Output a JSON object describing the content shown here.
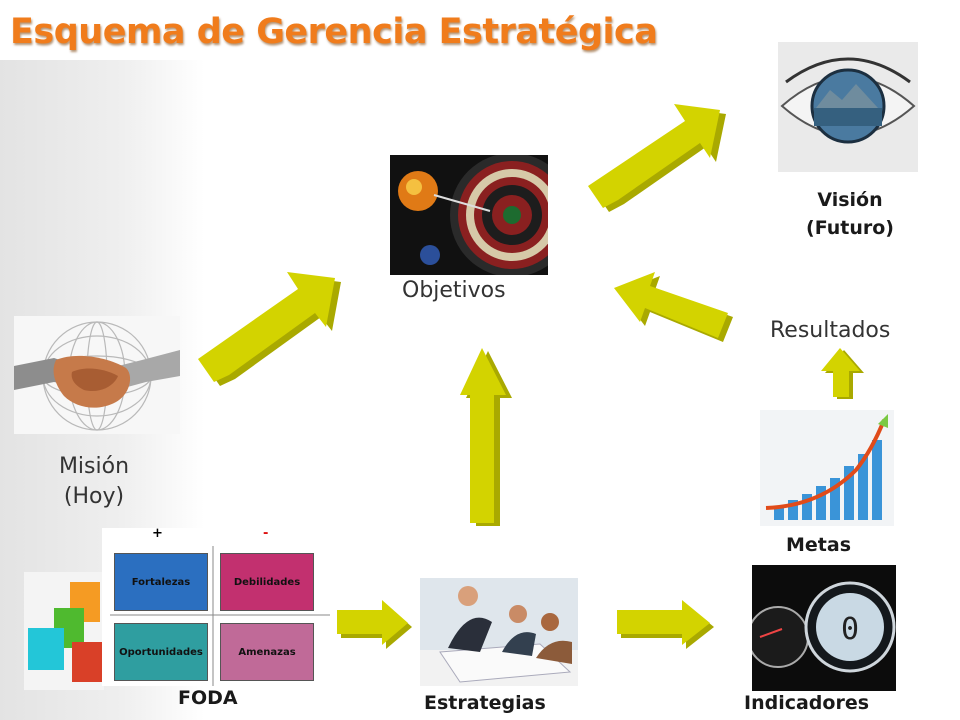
{
  "title": "Esquema de Gerencia Estratégica",
  "labels": {
    "mision_line1": "Misión",
    "mision_line2": "(Hoy)",
    "objetivos": "Objetivos",
    "vision_line1": "Visión",
    "vision_line2": "(Futuro)",
    "resultados": "Resultados",
    "metas": "Metas",
    "foda": "FODA",
    "estrategias": "Estrategias",
    "indicadores": "Indicadores"
  },
  "foda": {
    "plus": "+",
    "minus": "-",
    "fortalezas": "Fortalezas",
    "debilidades": "Debilidades",
    "oportunidades": "Oportunidades",
    "amenazas": "Amenazas",
    "dash_value": "0"
  },
  "colors": {
    "title": "#f07c1c",
    "arrow": "#cfd000",
    "fortalezas": "#2b6fc0",
    "debilidades": "#c2306f",
    "oportunidades": "#2f9ea0",
    "amenazas": "#c06a98"
  },
  "icons": [
    "handshake-globe-icon",
    "dartboard-icon",
    "eye-icon",
    "growth-chart-icon",
    "dashboard-icon",
    "meeting-icon",
    "cubes-icon"
  ]
}
